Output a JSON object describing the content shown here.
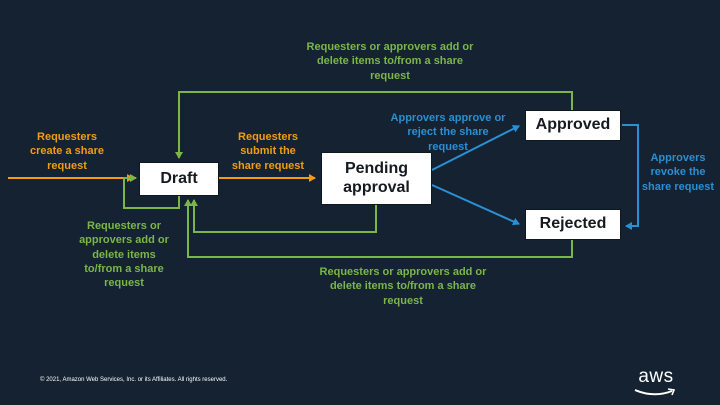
{
  "nodes": {
    "draft": "Draft",
    "pending": "Pending approval",
    "approved": "Approved",
    "rejected": "Rejected"
  },
  "labels": {
    "top_loop": "Requesters or approvers add or delete items to/from a share request",
    "create": "Requesters create a share request",
    "submit": "Requesters submit the share request",
    "approve_reject": "Approvers approve or reject the share request",
    "revoke": "Approvers revoke the share request",
    "left_loop": "Requesters or approvers add or delete items to/from a share request",
    "bottom_loop": "Requesters or approvers add or delete items to/from a share request"
  },
  "footer": {
    "copyright": "© 2021, Amazon Web Services, Inc. or its Affiliates. All rights reserved.",
    "logo": "aws"
  },
  "colors": {
    "background": "#152231",
    "green": "#7ab648",
    "orange": "#f39c12",
    "blue": "#2a8fd4"
  }
}
